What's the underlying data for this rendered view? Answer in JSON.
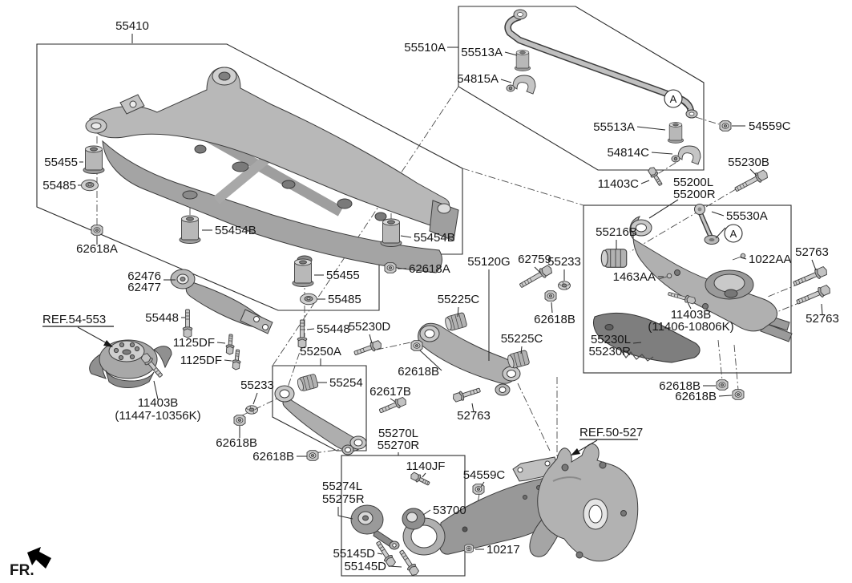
{
  "diagram": {
    "type": "exploded-parts-diagram",
    "subject": "rear suspension crossmember and arms",
    "direction_indicator": "FR.",
    "view_marker": "A",
    "colors": {
      "background": "#ffffff",
      "line": "#2b2b2b",
      "part_fill_light": "#c8c8c8",
      "part_fill": "#b0b0b0",
      "part_fill_dark": "#808080"
    },
    "labels": [
      {
        "text": "55410"
      },
      {
        "text": "55510A"
      },
      {
        "text": "55513A"
      },
      {
        "text": "54815A"
      },
      {
        "text": "54559C"
      },
      {
        "text": "55513A"
      },
      {
        "text": "54814C"
      },
      {
        "text": "55230B"
      },
      {
        "text": "11403C"
      },
      {
        "text": "55200L"
      },
      {
        "text": "55200R"
      },
      {
        "text": "55455"
      },
      {
        "text": "55485"
      },
      {
        "text": "62618A"
      },
      {
        "text": "55454B"
      },
      {
        "text": "55454B"
      },
      {
        "text": "62618A"
      },
      {
        "text": "55120G"
      },
      {
        "text": "62759"
      },
      {
        "text": "55233"
      },
      {
        "text": "55216B"
      },
      {
        "text": "55530A"
      },
      {
        "text": "1022AA"
      },
      {
        "text": "52763"
      },
      {
        "text": "1463AA"
      },
      {
        "text": "11403B"
      },
      {
        "text": "(11406-10806K)"
      },
      {
        "text": "52763"
      },
      {
        "text": "55230L"
      },
      {
        "text": "55230R"
      },
      {
        "text": "62476"
      },
      {
        "text": "62477"
      },
      {
        "text": "REF.54-553"
      },
      {
        "text": "55448"
      },
      {
        "text": "55455"
      },
      {
        "text": "55485"
      },
      {
        "text": "1125DF"
      },
      {
        "text": "1125DF"
      },
      {
        "text": "55448"
      },
      {
        "text": "55250A"
      },
      {
        "text": "55230D"
      },
      {
        "text": "55225C"
      },
      {
        "text": "55225C"
      },
      {
        "text": "62618B"
      },
      {
        "text": "62618B"
      },
      {
        "text": "55254"
      },
      {
        "text": "62617B"
      },
      {
        "text": "11403B"
      },
      {
        "text": "(11447-10356K)"
      },
      {
        "text": "55233"
      },
      {
        "text": "62618B"
      },
      {
        "text": "62618B"
      },
      {
        "text": "52763"
      },
      {
        "text": "55270L"
      },
      {
        "text": "55270R"
      },
      {
        "text": "62618B"
      },
      {
        "text": "62618B"
      },
      {
        "text": "REF.50-527"
      },
      {
        "text": "1140JF"
      },
      {
        "text": "54559C"
      },
      {
        "text": "55274L"
      },
      {
        "text": "55275R"
      },
      {
        "text": "53700"
      },
      {
        "text": "10217"
      },
      {
        "text": "55145D"
      },
      {
        "text": "55145D"
      },
      {
        "text": "FR."
      },
      {
        "text": "A"
      }
    ]
  }
}
